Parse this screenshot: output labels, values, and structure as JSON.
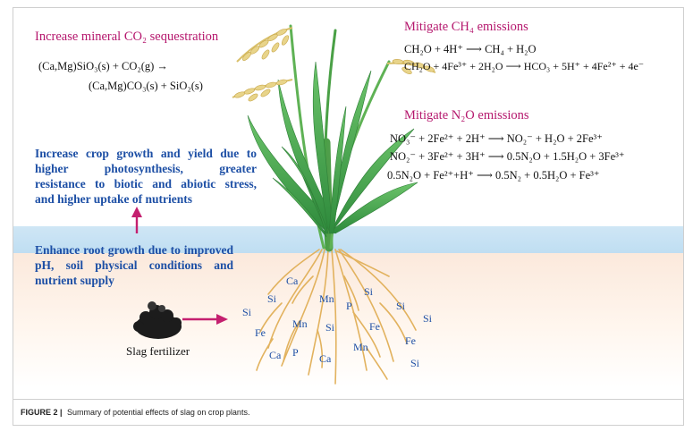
{
  "sequestration": {
    "title": "Increase mineral  CO₂ sequestration",
    "eq1": "(Ca,Mg)SiO₃(s) + CO₂(g) →",
    "eq2": "(Ca,Mg)CO₃(s) + SiO₂(s)"
  },
  "ch4": {
    "title": "Mitigate CH₄ emissions",
    "eq1": "CH₂O + 4H⁺ ⟶ CH₄ + H₂O",
    "eq2": "CH₂O + 4Fe³⁺ + 2H₂O ⟶ HCO₃ + 5H⁺ + 4Fe²⁺ + 4e⁻"
  },
  "n2o": {
    "title": "Mitigate N₂O emissions",
    "eq1": "NO₃⁻ + 2Fe²⁺ + 2H⁺ ⟶ NO₂⁻ + H₂O + 2Fe³⁺",
    "eq2": "NO₂⁻ + 3Fe²⁺ + 3H⁺ ⟶ 0.5N₂O + 1.5H₂O + 3Fe³⁺",
    "eq3": "0.5N₂O + Fe²⁺+H⁺ ⟶ 0.5N₂ + 0.5H₂O + Fe³⁺"
  },
  "growth": {
    "line1": "Increase crop growth and yield due to",
    "line2a": "higher",
    "line2b": "photosynthesis,",
    "line2c": "greater",
    "line3": "resistance to biotic and abiotic stress,",
    "line4": "and higher uptake of nutrients"
  },
  "root": {
    "line1": "Enhance root growth due to improved",
    "line2": "pH, soil physical conditions and",
    "line3": "nutrient supply"
  },
  "slag": {
    "label": "Slag fertilizer"
  },
  "nutrients": [
    "Ca",
    "Si",
    "Mn",
    "Si",
    "Si",
    "P",
    "Si",
    "Si",
    "Fe",
    "Mn",
    "Si",
    "Fe",
    "Fe",
    "Mn",
    "Ca",
    "P",
    "Ca",
    "Si"
  ],
  "caption": {
    "label": "FIGURE 2 |",
    "text": "Summary of potential effects of slag on crop plants."
  },
  "colors": {
    "magenta": "#b5176d",
    "blue": "#1d4fa5",
    "water": "#c5e1f3",
    "leaf": "#3aa04a",
    "grain": "#e8d48a",
    "root": "#e8b86a"
  }
}
